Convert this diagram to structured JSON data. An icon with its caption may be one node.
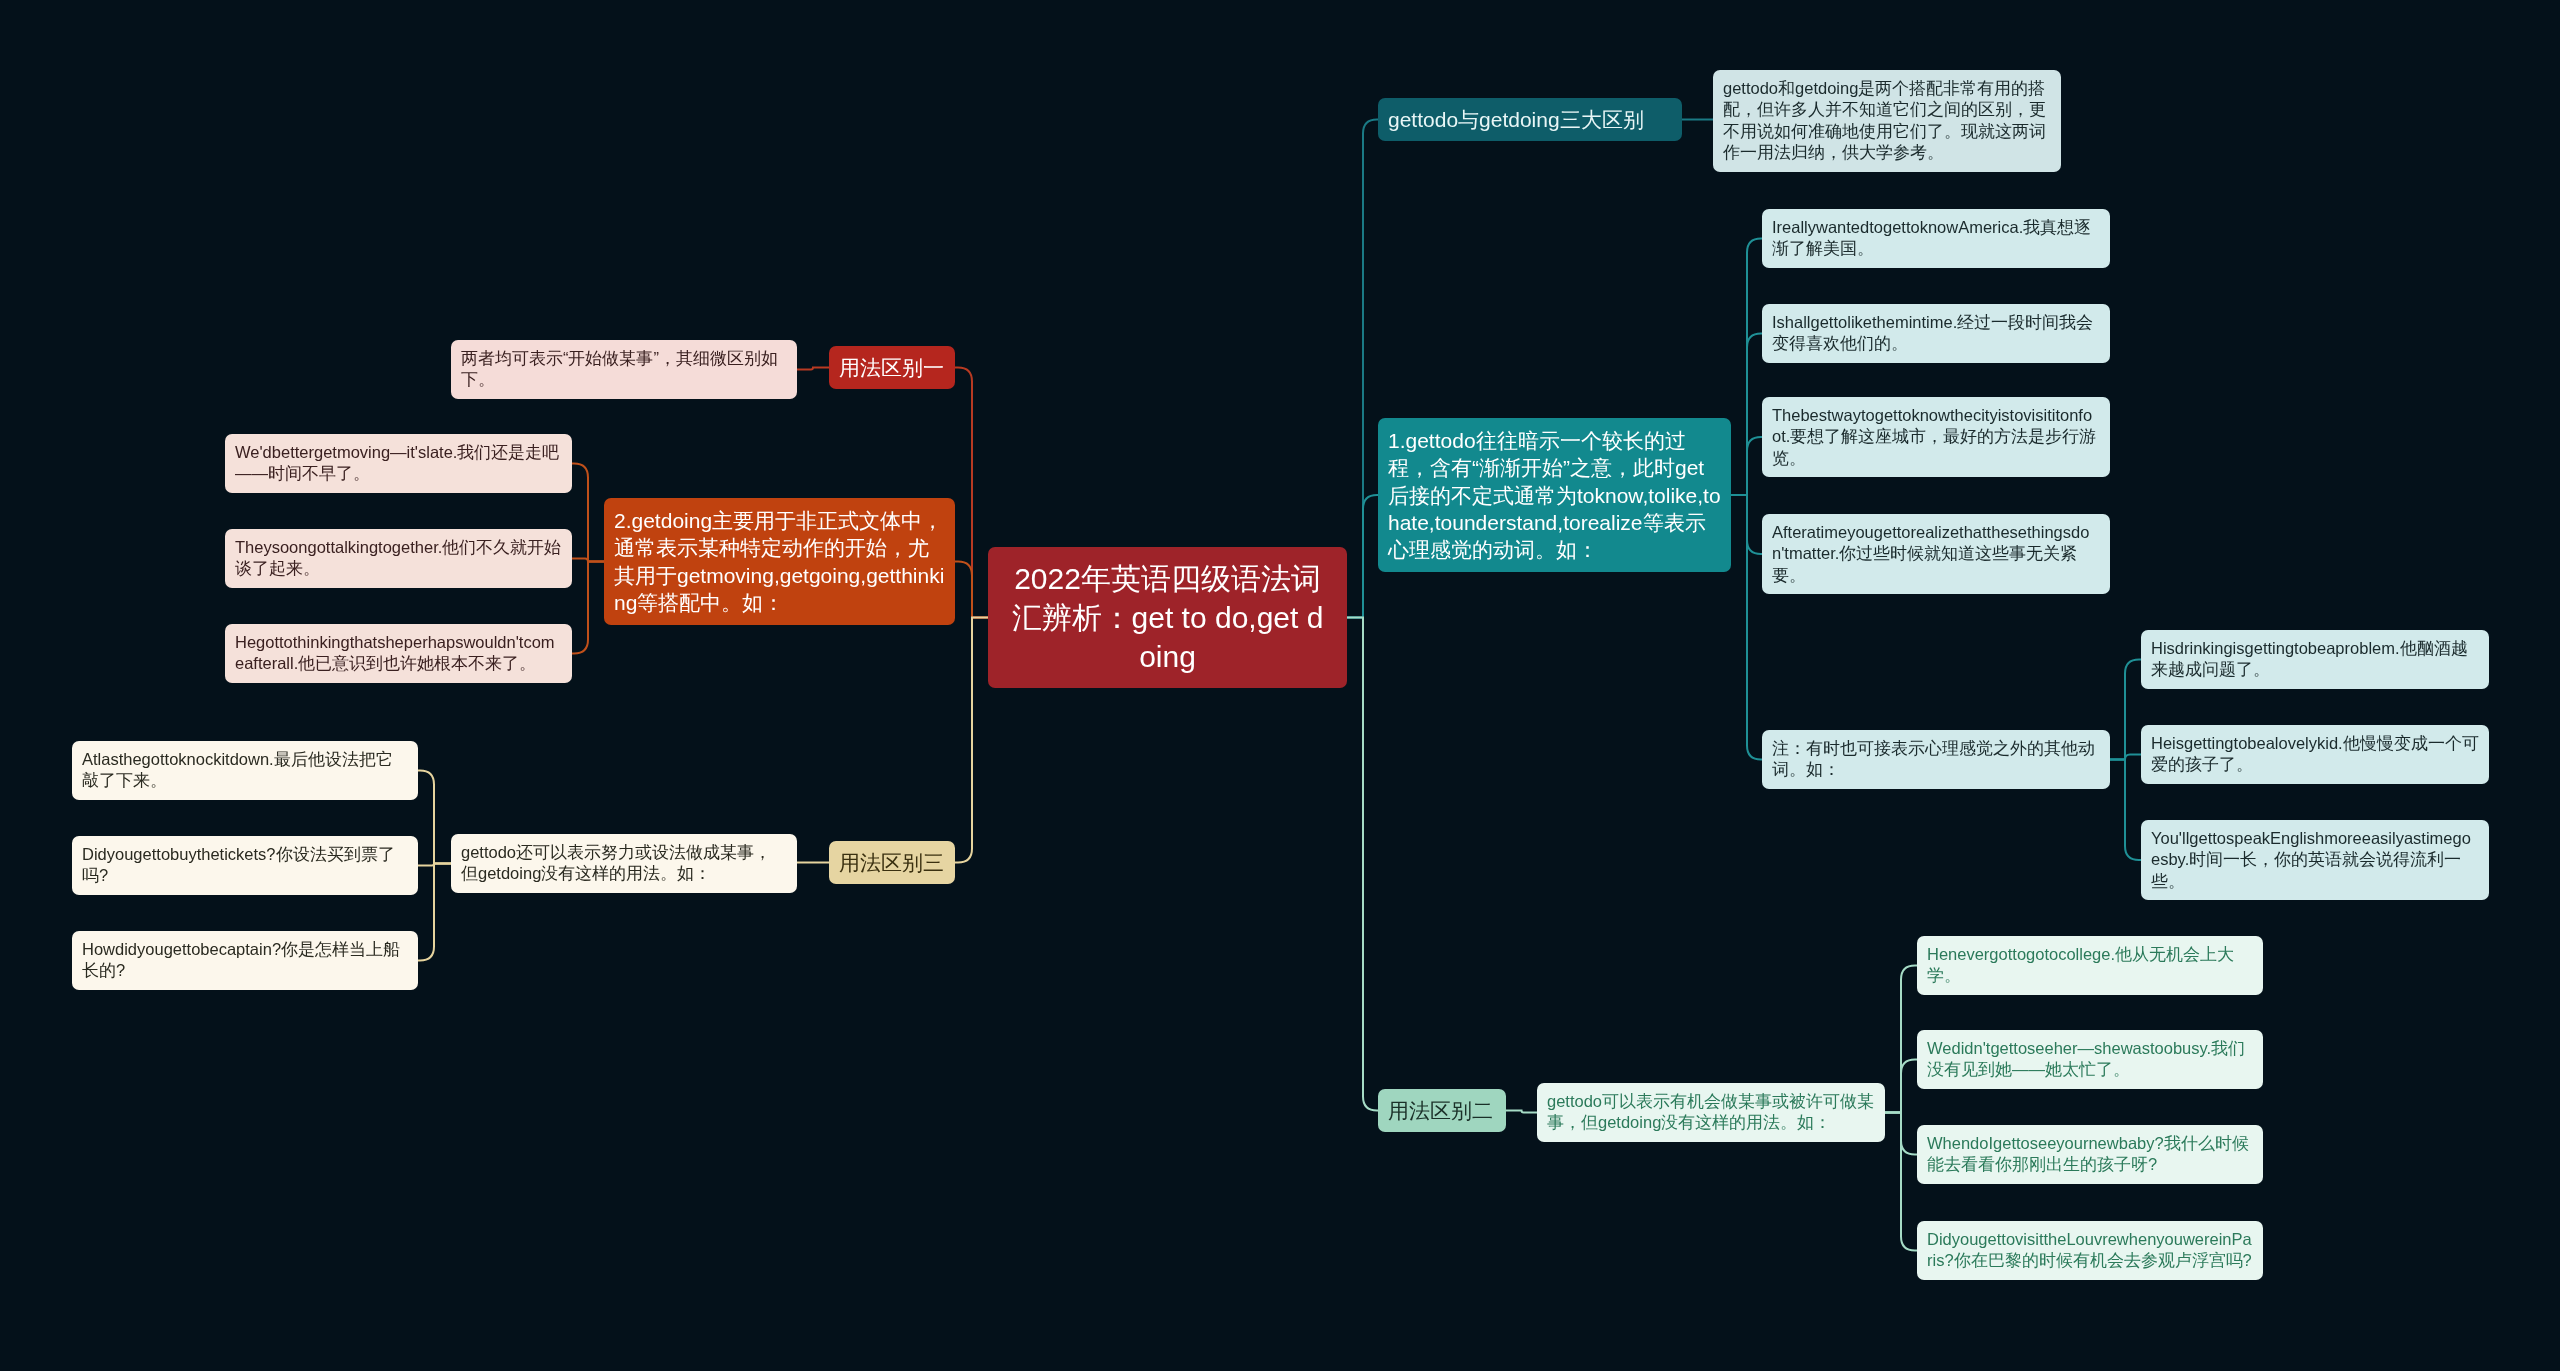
{
  "diagram": {
    "nodes": [
      {
        "text": [
          "2022年英语四级语法词汇辨析：get to do,get doing"
        ]
      },
      {
        "text": [
          "用法区别一"
        ]
      },
      {
        "text": [
          "两者均可表示“开始做某事”，其细微区别如下。"
        ]
      },
      {
        "text": [
          "2.getdoing主要用于非正式文体中，通常表示某种特定动作的开始，尤其用于getmoving,getgoing,getthinking等搭配中。如："
        ]
      },
      {
        "text": [
          "We'dbettergetmoving—it'slate.我们还是走吧——时间不早了。"
        ]
      },
      {
        "text": [
          "Theysoongottalkingtogether.他们不久就开始谈了起来。"
        ]
      },
      {
        "text": [
          "Hegottothinkingthatsheperhapswouldn'tcomeafterall.他已意识到也许她根本不来了。"
        ]
      },
      {
        "text": [
          "用法区别三"
        ]
      },
      {
        "text": [
          "gettodo还可以表示努力或设法做成某事，但getdoing没有这样的用法。如："
        ]
      },
      {
        "text": [
          "Atlasthegottoknockitdown.最后他设法把它敲了下来。"
        ]
      },
      {
        "text": [
          "Didyougettobuythetickets?你设法买到票了吗?"
        ]
      },
      {
        "text": [
          "Howdidyougettobecaptain?你是怎样当上船长的?"
        ]
      },
      {
        "text": [
          "gettodo与getdoing三大区别"
        ]
      },
      {
        "text": [
          "gettodo和getdoing是两个搭配非常有用的搭配，但许多人并不知道它们之间的区别，更不用说如何准确地使用它们了。现就这两词作一用法归纳，供大学参考。"
        ]
      },
      {
        "text": [
          "1.gettodo往往暗示一个较长的过程，含有“渐渐开始”之意，此时get后接的不定式通常为toknow,tolike,tohate,tounderstand,torealize等表示心理感觉的动词。如："
        ]
      },
      {
        "text": [
          "IreallywantedtogettoknowAmerica.我真想逐渐了解美国。"
        ]
      },
      {
        "text": [
          "Ishallgettolikethemintime.经过一段时间我会变得喜欢他们的。"
        ]
      },
      {
        "text": [
          "Thebestwaytogettoknowthecityistovisititonfoot.要想了解这座城市，最好的方法是步行游览。"
        ]
      },
      {
        "text": [
          "Afteratimeyougettorealizethatthesethingsdon'tmatter.你过些时候就知道这些事无关紧要。"
        ]
      },
      {
        "text": [
          "注：有时也可接表示心理感觉之外的其他动词。如："
        ]
      },
      {
        "text": [
          "Hisdrinkingisgettingtobeaproblem.他酗酒越来越成问题了。"
        ]
      },
      {
        "text": [
          "Heisgettingtobealovelykid.他慢慢变成一个可爱的孩子了。"
        ]
      },
      {
        "text": [
          "You'llgettospeakEnglishmoreeasilyastimegoesby.时间一长，你的英语就会说得流利一些。"
        ]
      },
      {
        "text": [
          "用法区别二"
        ]
      },
      {
        "text": [
          "gettodo可以表示有机会做某事或被许可做某事，但getdoing没有这样的用法。如："
        ]
      },
      {
        "text": [
          "Henevergottogotocollege.他从无机会上大学。"
        ]
      },
      {
        "text": [
          "Wedidn'tgettoseeher—shewastoobusy.我们没有见到她——她太忙了。"
        ]
      },
      {
        "text": [
          "WhendoIgettoseeyournewbaby?我什么时候能去看看你那刚出生的孩子呀?"
        ]
      },
      {
        "text": [
          "DidyougettovisittheLouvrewhenyouwereinParis?你在巴黎的时候有机会去参观卢浮宫吗?"
        ]
      }
    ],
    "edges": [
      {
        "from": 0,
        "to": 1,
        "arrow": "none",
        "color": "#b83a22"
      },
      {
        "from": 1,
        "to": 2,
        "arrow": "none",
        "color": "#b83a22"
      },
      {
        "from": 0,
        "to": 3,
        "arrow": "none",
        "color": "#c0501a"
      },
      {
        "from": 3,
        "to": 4,
        "arrow": "none",
        "color": "#c0501a"
      },
      {
        "from": 3,
        "to": 5,
        "arrow": "none",
        "color": "#c0501a"
      },
      {
        "from": 3,
        "to": 6,
        "arrow": "none",
        "color": "#c0501a"
      },
      {
        "from": 0,
        "to": 7,
        "arrow": "none",
        "color": "#e6d49e"
      },
      {
        "from": 7,
        "to": 8,
        "arrow": "none",
        "color": "#e6d49e"
      },
      {
        "from": 8,
        "to": 9,
        "arrow": "none",
        "color": "#e6d49e"
      },
      {
        "from": 8,
        "to": 10,
        "arrow": "none",
        "color": "#e6d49e"
      },
      {
        "from": 8,
        "to": 11,
        "arrow": "none",
        "color": "#e6d49e"
      },
      {
        "from": 0,
        "to": 12,
        "arrow": "none",
        "color": "#1a7a85"
      },
      {
        "from": 12,
        "to": 13,
        "arrow": "none",
        "color": "#1a7a85"
      },
      {
        "from": 0,
        "to": 14,
        "arrow": "none",
        "color": "#1f9096"
      },
      {
        "from": 14,
        "to": 15,
        "arrow": "none",
        "color": "#1f9096"
      },
      {
        "from": 14,
        "to": 16,
        "arrow": "none",
        "color": "#1f9096"
      },
      {
        "from": 14,
        "to": 17,
        "arrow": "none",
        "color": "#1f9096"
      },
      {
        "from": 14,
        "to": 18,
        "arrow": "none",
        "color": "#1f9096"
      },
      {
        "from": 14,
        "to": 19,
        "arrow": "none",
        "color": "#1f9096"
      },
      {
        "from": 19,
        "to": 20,
        "arrow": "none",
        "color": "#1f9096"
      },
      {
        "from": 19,
        "to": 21,
        "arrow": "none",
        "color": "#1f9096"
      },
      {
        "from": 19,
        "to": 22,
        "arrow": "none",
        "color": "#1f9096"
      },
      {
        "from": 0,
        "to": 23,
        "arrow": "none",
        "color": "#a6dcc6"
      },
      {
        "from": 23,
        "to": 24,
        "arrow": "none",
        "color": "#a6dcc6"
      },
      {
        "from": 24,
        "to": 25,
        "arrow": "none",
        "color": "#a6dcc6"
      },
      {
        "from": 24,
        "to": 26,
        "arrow": "none",
        "color": "#a6dcc6"
      },
      {
        "from": 24,
        "to": 27,
        "arrow": "none",
        "color": "#a6dcc6"
      },
      {
        "from": 24,
        "to": 28,
        "arrow": "none",
        "color": "#a6dcc6"
      }
    ]
  }
}
